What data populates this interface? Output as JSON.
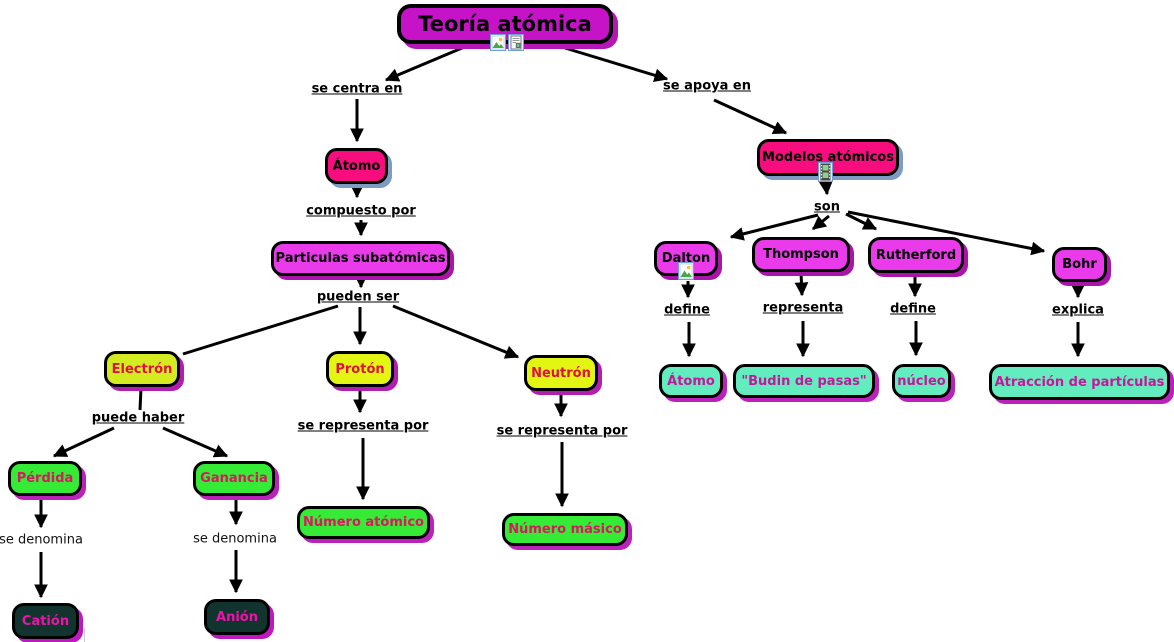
{
  "diagram": {
    "title": "Teoría atómica",
    "nodes": {
      "teoria": {
        "label": "Teoría atómica"
      },
      "atomo": {
        "label": "Átomo"
      },
      "particulas": {
        "label": "Particulas subatómicas"
      },
      "electron": {
        "label": "Electrón"
      },
      "proton": {
        "label": "Protón"
      },
      "neutron": {
        "label": "Neutrón"
      },
      "perdida": {
        "label": "Pérdida"
      },
      "ganancia": {
        "label": "Ganancia"
      },
      "cation": {
        "label": "Catión"
      },
      "anion": {
        "label": "Anión"
      },
      "numero_atomico": {
        "label": "Número atómico"
      },
      "numero_masico": {
        "label": "Número másico"
      },
      "modelos": {
        "label": "Modelos atómicos"
      },
      "dalton": {
        "label": "Dalton"
      },
      "thompson": {
        "label": "Thompson"
      },
      "rutherford": {
        "label": "Rutherford"
      },
      "bohr": {
        "label": "Bohr"
      },
      "atomo_def": {
        "label": "Átomo"
      },
      "budin": {
        "label": "\"Budin de pasas\""
      },
      "nucleo": {
        "label": "núcleo"
      },
      "atraccion": {
        "label": "Atracción de partículas"
      }
    },
    "links": {
      "se_centra_en": {
        "label": "se centra en"
      },
      "se_apoya_en": {
        "label": "se apoya en"
      },
      "compuesto_por": {
        "label": "compuesto por"
      },
      "pueden_ser": {
        "label": "pueden ser"
      },
      "puede_haber": {
        "label": "puede haber"
      },
      "se_representa_por_1": {
        "label": "se representa por"
      },
      "se_representa_por_2": {
        "label": "se representa por"
      },
      "se_denomina_1": {
        "label": "se denomina"
      },
      "se_denomina_2": {
        "label": "se denomina"
      },
      "son": {
        "label": "son"
      },
      "define_1": {
        "label": "define"
      },
      "representa": {
        "label": "representa"
      },
      "define_2": {
        "label": "define"
      },
      "explica": {
        "label": "explica"
      }
    },
    "edges": [
      {
        "from": "Teoría atómica",
        "link": "se centra en",
        "to": "Átomo"
      },
      {
        "from": "Teoría atómica",
        "link": "se apoya en",
        "to": "Modelos atómicos"
      },
      {
        "from": "Átomo",
        "link": "compuesto por",
        "to": "Particulas subatómicas"
      },
      {
        "from": "Particulas subatómicas",
        "link": "pueden ser",
        "to": "Electrón"
      },
      {
        "from": "Particulas subatómicas",
        "link": "pueden ser",
        "to": "Protón"
      },
      {
        "from": "Particulas subatómicas",
        "link": "pueden ser",
        "to": "Neutrón"
      },
      {
        "from": "Electrón",
        "link": "puede haber",
        "to": "Pérdida"
      },
      {
        "from": "Electrón",
        "link": "puede haber",
        "to": "Ganancia"
      },
      {
        "from": "Pérdida",
        "link": "se denomina",
        "to": "Catión"
      },
      {
        "from": "Ganancia",
        "link": "se denomina",
        "to": "Anión"
      },
      {
        "from": "Protón",
        "link": "se representa por",
        "to": "Número atómico"
      },
      {
        "from": "Neutrón",
        "link": "se representa por",
        "to": "Número másico"
      },
      {
        "from": "Modelos atómicos",
        "link": "son",
        "to": "Dalton"
      },
      {
        "from": "Modelos atómicos",
        "link": "son",
        "to": "Thompson"
      },
      {
        "from": "Modelos atómicos",
        "link": "son",
        "to": "Rutherford"
      },
      {
        "from": "Modelos atómicos",
        "link": "son",
        "to": "Bohr"
      },
      {
        "from": "Dalton",
        "link": "define",
        "to": "Átomo"
      },
      {
        "from": "Thompson",
        "link": "representa",
        "to": "\"Budin de pasas\""
      },
      {
        "from": "Rutherford",
        "link": "define",
        "to": "núcleo"
      },
      {
        "from": "Bohr",
        "link": "explica",
        "to": "Atracción de partículas"
      }
    ],
    "icons": {
      "teoria_resources": [
        "image-resource",
        "document-resource"
      ],
      "modelos_resource": "video-resource",
      "dalton_resource": "image-resource"
    },
    "colors": {
      "background": "#FFFFFF",
      "title_fill": "#C713C7",
      "pink_fill": "#F70D7D",
      "magenta_fill": "#E93BE9",
      "yellow_fill": "#E3F513",
      "yellowgreen_fill": "#D5EB21",
      "green_fill": "#35EB35",
      "teal_fill": "#63EDBE",
      "dark_fill": "#12342F",
      "crimson_text": "#E0113E",
      "pink_text": "#DB1762",
      "magenta_text": "#C7159C",
      "bright_magenta_text": "#EE11AA",
      "connector": "#000000"
    }
  }
}
